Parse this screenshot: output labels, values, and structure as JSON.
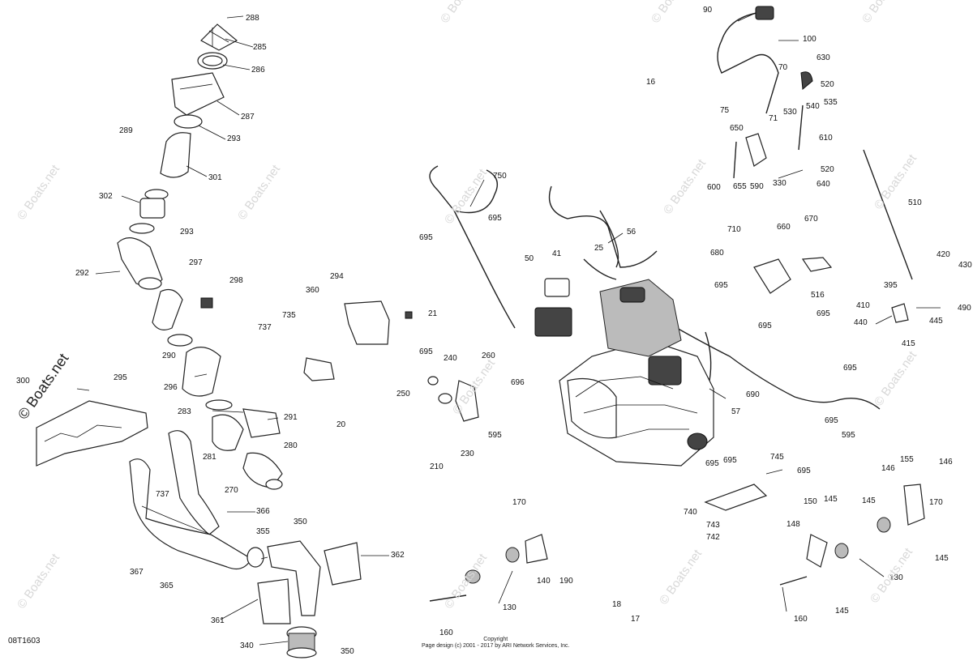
{
  "diagram_code": "08T1603",
  "copyright": {
    "line1": "Copyright",
    "line2": "Page design (c) 2001 - 2017 by ARI Network Services, Inc."
  },
  "watermark": "© Boats.net",
  "callouts": [
    {
      "id": "288",
      "label": "288"
    },
    {
      "id": "285",
      "label": "285"
    },
    {
      "id": "286",
      "label": "286"
    },
    {
      "id": "287",
      "label": "287"
    },
    {
      "id": "289",
      "label": "289"
    },
    {
      "id": "293a",
      "label": "293"
    },
    {
      "id": "301",
      "label": "301"
    },
    {
      "id": "302",
      "label": "302"
    },
    {
      "id": "293b",
      "label": "293"
    },
    {
      "id": "292",
      "label": "292"
    },
    {
      "id": "297",
      "label": "297"
    },
    {
      "id": "298",
      "label": "298"
    },
    {
      "id": "290",
      "label": "290"
    },
    {
      "id": "296",
      "label": "296"
    },
    {
      "id": "300",
      "label": "300"
    },
    {
      "id": "295",
      "label": "295"
    },
    {
      "id": "283",
      "label": "283"
    },
    {
      "id": "291",
      "label": "291"
    },
    {
      "id": "280",
      "label": "280"
    },
    {
      "id": "281",
      "label": "281"
    },
    {
      "id": "270",
      "label": "270"
    },
    {
      "id": "737a",
      "label": "737"
    },
    {
      "id": "366",
      "label": "366"
    },
    {
      "id": "355",
      "label": "355"
    },
    {
      "id": "350a",
      "label": "350"
    },
    {
      "id": "362",
      "label": "362"
    },
    {
      "id": "367",
      "label": "367"
    },
    {
      "id": "365",
      "label": "365"
    },
    {
      "id": "361",
      "label": "361"
    },
    {
      "id": "340",
      "label": "340"
    },
    {
      "id": "350b",
      "label": "350"
    },
    {
      "id": "294",
      "label": "294"
    },
    {
      "id": "360",
      "label": "360"
    },
    {
      "id": "735",
      "label": "735"
    },
    {
      "id": "737b",
      "label": "737"
    },
    {
      "id": "21",
      "label": "21"
    },
    {
      "id": "20",
      "label": "20"
    },
    {
      "id": "750",
      "label": "750"
    },
    {
      "id": "695a",
      "label": "695"
    },
    {
      "id": "695b",
      "label": "695"
    },
    {
      "id": "50",
      "label": "50"
    },
    {
      "id": "41",
      "label": "41"
    },
    {
      "id": "25",
      "label": "25"
    },
    {
      "id": "56",
      "label": "56"
    },
    {
      "id": "695c",
      "label": "695"
    },
    {
      "id": "240",
      "label": "240"
    },
    {
      "id": "260",
      "label": "260"
    },
    {
      "id": "250",
      "label": "250"
    },
    {
      "id": "595",
      "label": "595"
    },
    {
      "id": "230",
      "label": "230"
    },
    {
      "id": "210",
      "label": "210"
    },
    {
      "id": "696",
      "label": "696"
    },
    {
      "id": "690",
      "label": "690"
    },
    {
      "id": "57",
      "label": "57"
    },
    {
      "id": "90",
      "label": "90"
    },
    {
      "id": "100",
      "label": "100"
    },
    {
      "id": "70",
      "label": "70"
    },
    {
      "id": "630",
      "label": "630"
    },
    {
      "id": "16",
      "label": "16"
    },
    {
      "id": "520a",
      "label": "520"
    },
    {
      "id": "75",
      "label": "75"
    },
    {
      "id": "71",
      "label": "71"
    },
    {
      "id": "530",
      "label": "530"
    },
    {
      "id": "540",
      "label": "540"
    },
    {
      "id": "535",
      "label": "535"
    },
    {
      "id": "650",
      "label": "650"
    },
    {
      "id": "610",
      "label": "610"
    },
    {
      "id": "600",
      "label": "600"
    },
    {
      "id": "655",
      "label": "655"
    },
    {
      "id": "590",
      "label": "590"
    },
    {
      "id": "330",
      "label": "330"
    },
    {
      "id": "520b",
      "label": "520"
    },
    {
      "id": "640",
      "label": "640"
    },
    {
      "id": "510",
      "label": "510"
    },
    {
      "id": "710",
      "label": "710"
    },
    {
      "id": "660",
      "label": "660"
    },
    {
      "id": "670",
      "label": "670"
    },
    {
      "id": "680",
      "label": "680"
    },
    {
      "id": "695d",
      "label": "695"
    },
    {
      "id": "516",
      "label": "516"
    },
    {
      "id": "695e",
      "label": "695"
    },
    {
      "id": "695f",
      "label": "695"
    },
    {
      "id": "420",
      "label": "420"
    },
    {
      "id": "395",
      "label": "395"
    },
    {
      "id": "430",
      "label": "430"
    },
    {
      "id": "410",
      "label": "410"
    },
    {
      "id": "490",
      "label": "490"
    },
    {
      "id": "440",
      "label": "440"
    },
    {
      "id": "445",
      "label": "445"
    },
    {
      "id": "415",
      "label": "415"
    },
    {
      "id": "695g",
      "label": "695"
    },
    {
      "id": "695h",
      "label": "695"
    },
    {
      "id": "595b",
      "label": "595"
    },
    {
      "id": "745",
      "label": "745"
    },
    {
      "id": "695i",
      "label": "695"
    },
    {
      "id": "695j",
      "label": "695"
    },
    {
      "id": "695k",
      "label": "695"
    },
    {
      "id": "740",
      "label": "740"
    },
    {
      "id": "743",
      "label": "743"
    },
    {
      "id": "742",
      "label": "742"
    },
    {
      "id": "170a",
      "label": "170"
    },
    {
      "id": "140",
      "label": "140"
    },
    {
      "id": "190",
      "label": "190"
    },
    {
      "id": "130a",
      "label": "130"
    },
    {
      "id": "160a",
      "label": "160"
    },
    {
      "id": "18",
      "label": "18"
    },
    {
      "id": "17",
      "label": "17"
    },
    {
      "id": "150",
      "label": "150"
    },
    {
      "id": "145a",
      "label": "145"
    },
    {
      "id": "148",
      "label": "148"
    },
    {
      "id": "130b",
      "label": "130"
    },
    {
      "id": "160b",
      "label": "160"
    },
    {
      "id": "145b",
      "label": "145"
    },
    {
      "id": "146a",
      "label": "146"
    },
    {
      "id": "155",
      "label": "155"
    },
    {
      "id": "146b",
      "label": "146"
    },
    {
      "id": "145c",
      "label": "145"
    },
    {
      "id": "170b",
      "label": "170"
    },
    {
      "id": "145d",
      "label": "145"
    }
  ]
}
